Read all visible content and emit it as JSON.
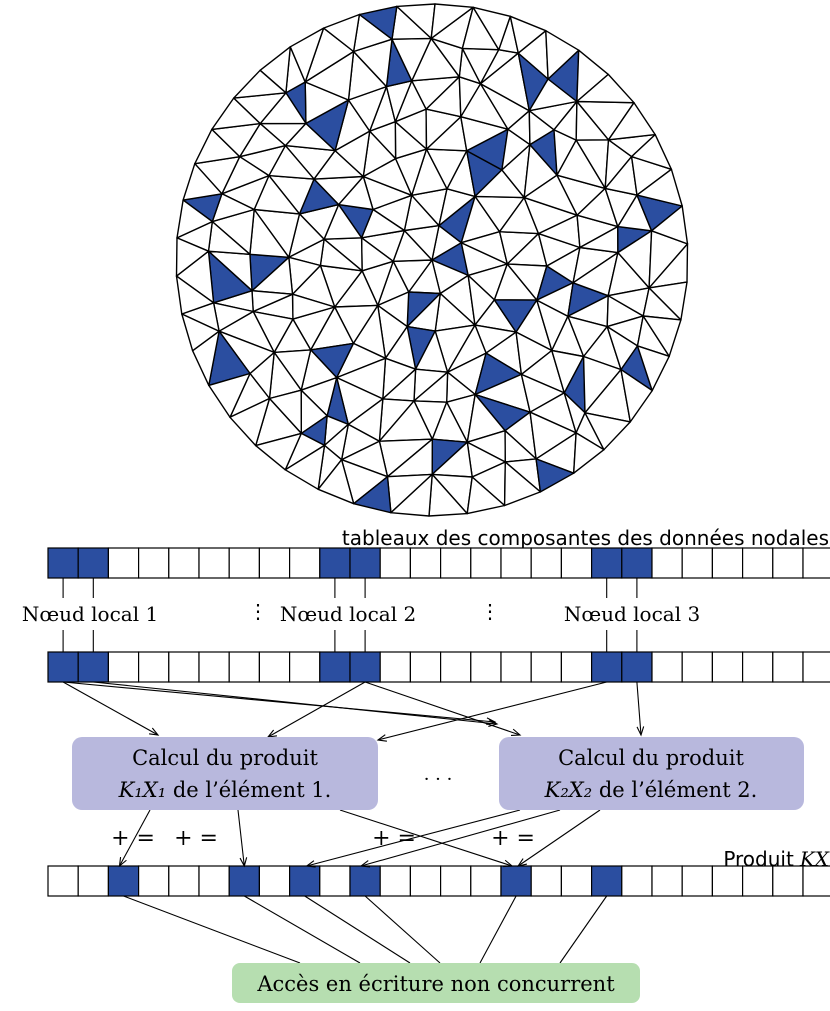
{
  "colors": {
    "highlight": "#2b4ea0",
    "box_fill": "#b8b8dd",
    "green_fill": "#b6deb0",
    "line": "#000000"
  },
  "mesh": {
    "description_label": ""
  },
  "arrays": {
    "nodal_title": "tableaux des composantes des données nodales",
    "cell_count": 26,
    "top_highlight": [
      0,
      1,
      9,
      10,
      18,
      19
    ],
    "second_highlight": [
      0,
      1,
      9,
      10,
      18,
      19
    ],
    "product_highlight": [
      2,
      6,
      8,
      10,
      15,
      18
    ],
    "product_label": "Produit",
    "product_math": "KX"
  },
  "nodes": [
    {
      "label": "Nœud local 1"
    },
    {
      "label": "Nœud local 2"
    },
    {
      "label": "Nœud local 3"
    }
  ],
  "vdots": [
    "⋮",
    "⋮"
  ],
  "elements": [
    {
      "line1": "Calcul du produit",
      "math": "K₁X₁",
      "line2_rest": " de l’élément 1."
    },
    {
      "line1": "Calcul du produit",
      "math": "K₂X₂",
      "line2_rest": " de l’élément 2."
    }
  ],
  "ellipsis": "· · ·",
  "plus_equals": [
    "+ =",
    "+ =",
    "+ =",
    "+ ="
  ],
  "write_access": "Accès en écriture non concurrent"
}
